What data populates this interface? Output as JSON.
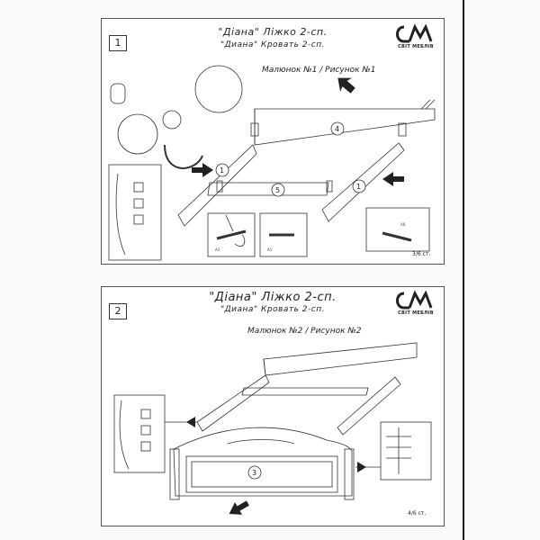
{
  "panel1": {
    "step": "1",
    "title_ua": "\"Діана\" Ліжко 2-сп.",
    "title_ru": "\"Диана\" Кровать 2-сп.",
    "figure": "Малюнок №1 / Рисунок №1",
    "page": "3/6 ст.",
    "logo": "СВІТ МЕБЛІВ",
    "parts": [
      "1",
      "4",
      "5",
      "1"
    ],
    "hardware": [
      "A1",
      "A1"
    ],
    "screw": "A0"
  },
  "panel2": {
    "step": "2",
    "title_ua": "\"Діана\" Ліжко 2-сп.",
    "title_ru": "\"Диана\" Кровать 2-сп.",
    "figure": "Малюнок №2 / Рисунок №2",
    "page": "4/6 ст.",
    "logo": "СВІТ МЕБЛІВ",
    "parts": [
      "3"
    ]
  },
  "colors": {
    "line": "#333333",
    "paper": "#ffffff",
    "shadow": "#1a1a1a"
  },
  "icons": [
    "arrow-icon",
    "screwdriver-icon",
    "logo-icon"
  ]
}
